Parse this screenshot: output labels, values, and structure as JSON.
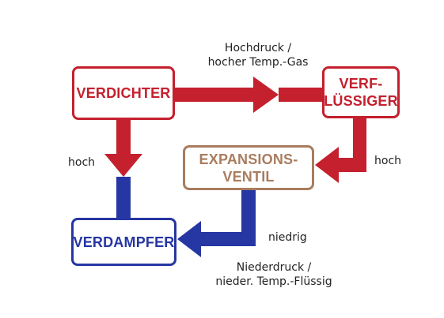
{
  "colors": {
    "hot": "#c4202e",
    "cold": "#2636a3",
    "valve": "#a97c5e",
    "text": "#222222"
  },
  "nodes": {
    "verdichter": {
      "label": "VERDICHTER"
    },
    "verfluessiger": {
      "line1": "VERF-",
      "line2": "LÜSSIGER"
    },
    "expansionsventil": {
      "line1": "EXPANSIONS-",
      "line2": "VENTIL"
    },
    "verdampfer": {
      "label": "VERDAMPFER"
    }
  },
  "labels": {
    "top_line1": "Hochdruck /",
    "top_line2": "hocher Temp.-Gas",
    "left": "hoch",
    "right": "hoch",
    "middle": "niedrig",
    "bottom_line1": "Niederdruck /",
    "bottom_line2": "nieder. Temp.-Flüssig"
  }
}
